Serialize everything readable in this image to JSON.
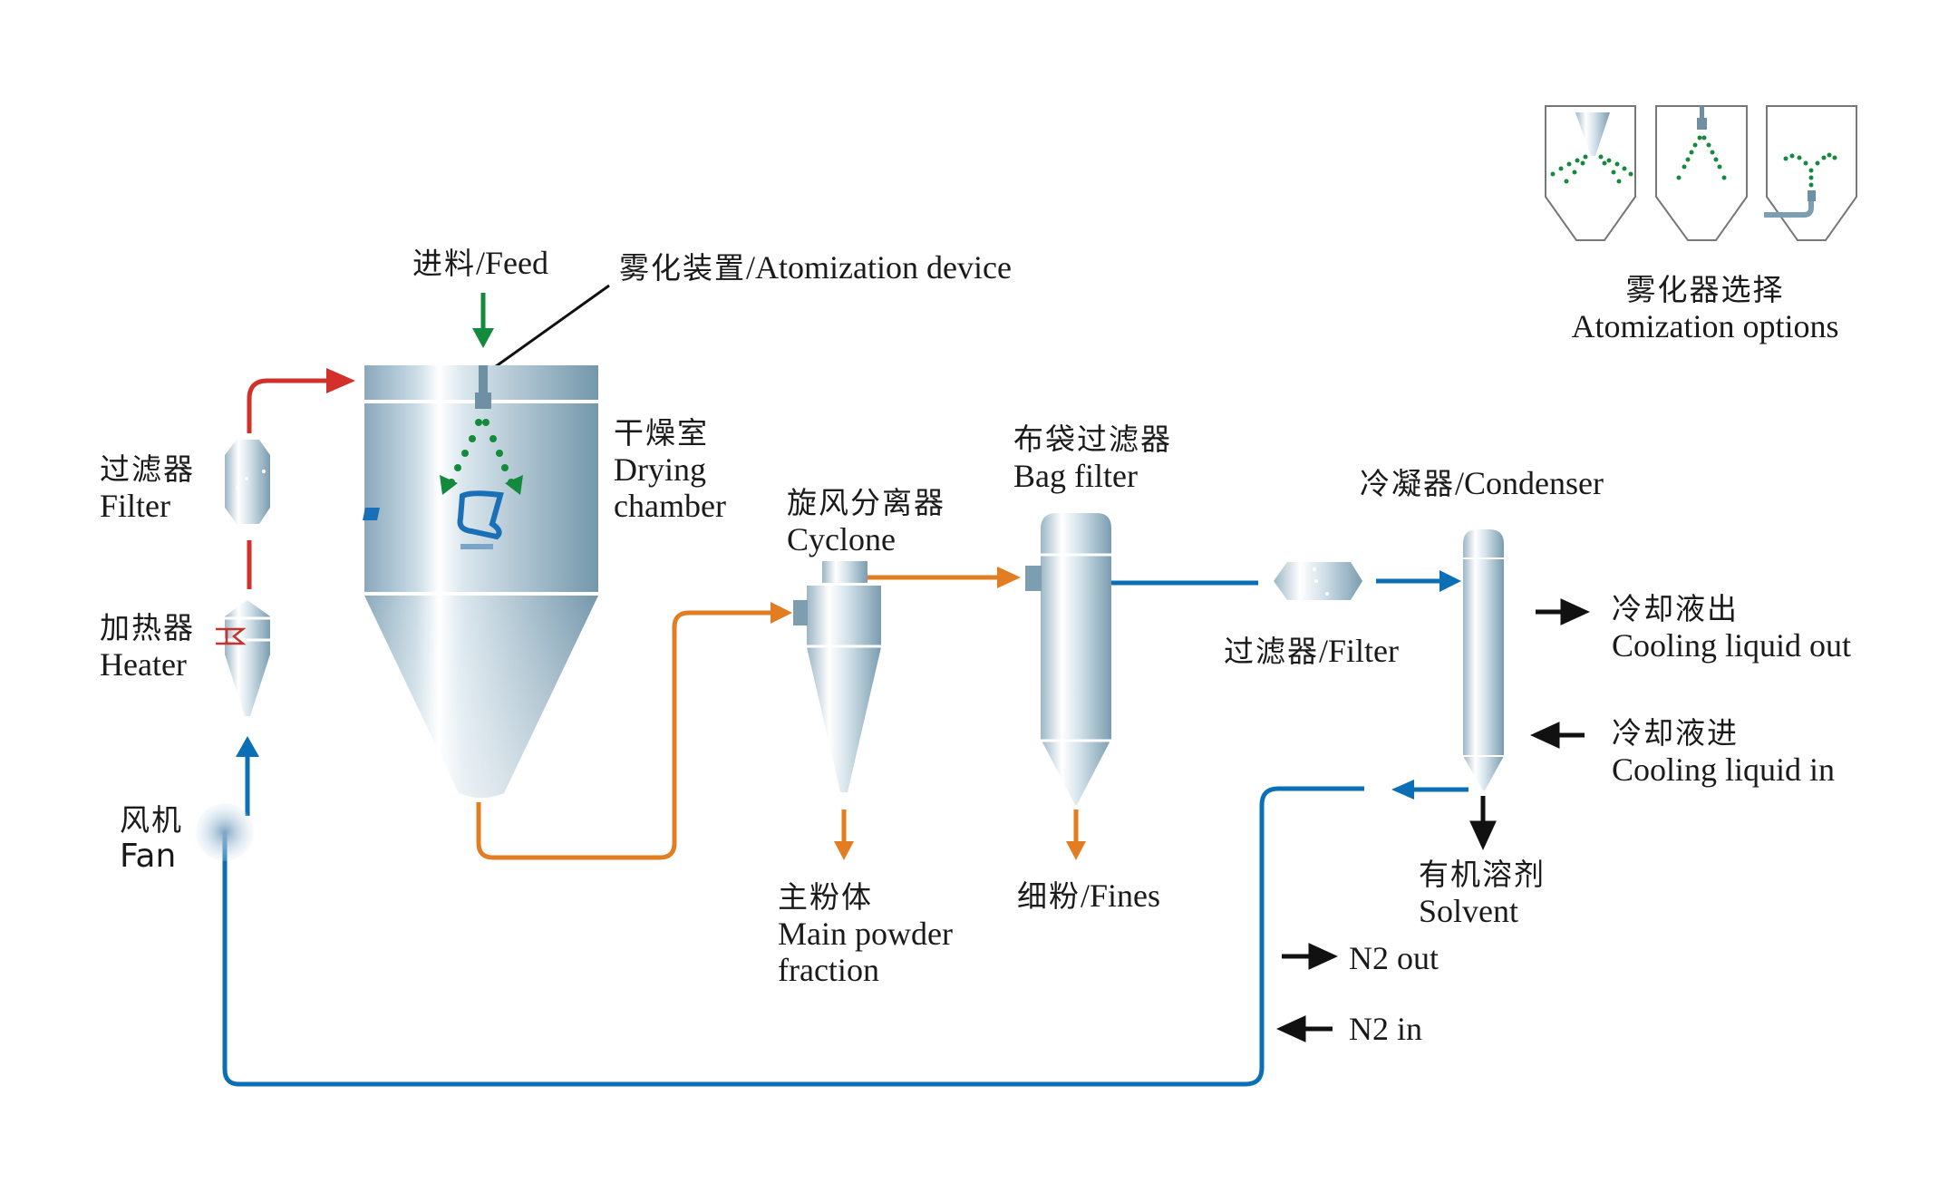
{
  "colors": {
    "hot_air": "#d2302a",
    "nitrogen": "#0a6fb5",
    "powder": "#e37d22",
    "feed": "#138a3c",
    "coolant": "#111111",
    "vessel_dark": "#7d9db0",
    "vessel_light": "#eef4f7"
  },
  "labels": {
    "feed": {
      "zh": "进料",
      "en": "Feed"
    },
    "atomization_device": {
      "zh": "雾化装置",
      "en": "Atomization device"
    },
    "drying_chamber": {
      "zh": "干燥室",
      "en": "Drying",
      "en2": "chamber"
    },
    "filter_left": {
      "zh": "过滤器",
      "en": "Filter"
    },
    "heater": {
      "zh": "加热器",
      "en": "Heater"
    },
    "fan": {
      "zh": "风机",
      "en": "Fan"
    },
    "cyclone": {
      "zh": "旋风分离器",
      "en": "Cyclone"
    },
    "bag_filter": {
      "zh": "布袋过滤器",
      "en": "Bag filter"
    },
    "condenser": {
      "zh": "冷凝器",
      "en": "Condenser"
    },
    "filter_right": {
      "zh": "过滤器",
      "en": "Filter"
    },
    "cooling_out": {
      "zh": "冷却液出",
      "en": "Cooling liquid out"
    },
    "cooling_in": {
      "zh": "冷却液进",
      "en": "Cooling liquid in"
    },
    "solvent": {
      "zh": "有机溶剂",
      "en": "Solvent"
    },
    "main_powder": {
      "zh": "主粉体",
      "en": "Main powder",
      "en2": "fraction"
    },
    "fines": {
      "zh": "细粉",
      "en": "Fines"
    },
    "n2_out": "N2 out",
    "n2_in": "N2 in",
    "atomization_options": {
      "zh": "雾化器选择",
      "en": "Atomization options"
    }
  },
  "atomization_options": [
    {
      "type": "rotary-disc"
    },
    {
      "type": "pressure-nozzle"
    },
    {
      "type": "two-fluid-nozzle"
    }
  ]
}
